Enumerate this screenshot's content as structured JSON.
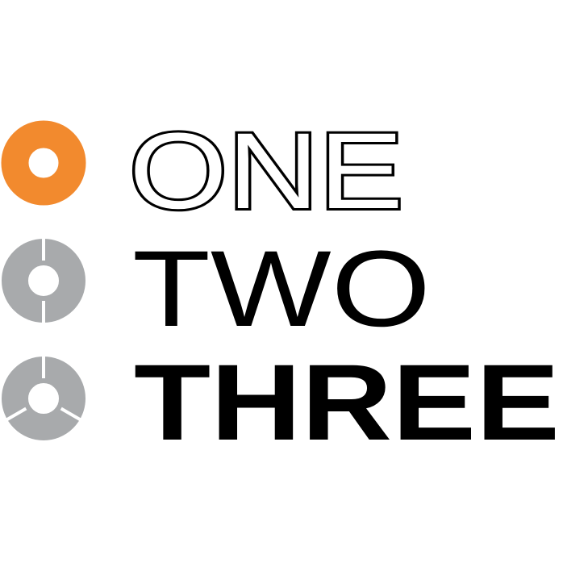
{
  "logo": {
    "words": {
      "one": "ONE",
      "two": "TWO",
      "three": "THREE"
    },
    "colors": {
      "orange": "#F28A2E",
      "gray": "#A8AAAC",
      "text": "#000000",
      "background": "#FFFFFF"
    },
    "icons": [
      "ring-icon",
      "ring-split-two-icon",
      "ring-split-three-icon"
    ]
  }
}
